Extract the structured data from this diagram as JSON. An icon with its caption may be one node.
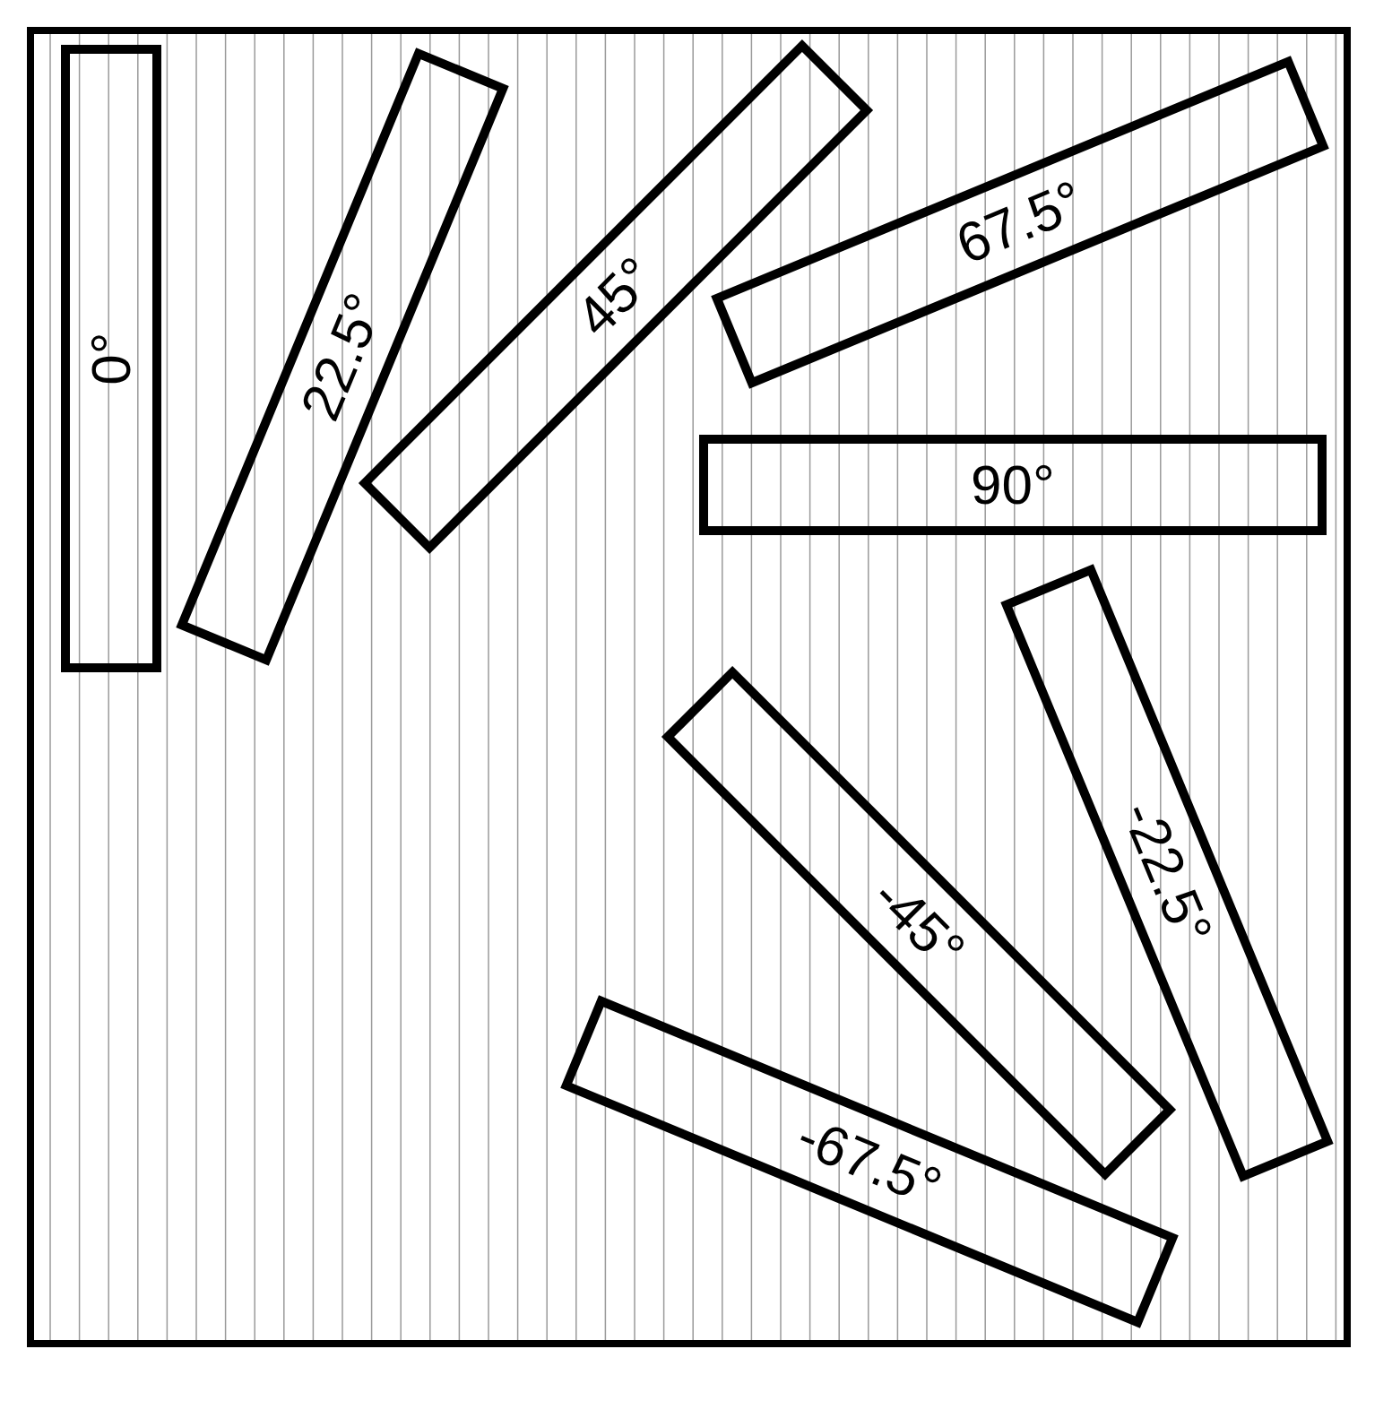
{
  "diagram": {
    "nodes": [
      {
        "text": [],
        "shape": "box"
      },
      {
        "text": [
          "0°"
        ],
        "in": 0
      },
      {
        "text": [
          "22.5°"
        ],
        "in": 0
      },
      {
        "text": [
          "45°"
        ],
        "in": 0
      },
      {
        "text": [
          "67.5°"
        ],
        "in": 0
      },
      {
        "text": [
          "90°"
        ],
        "in": 0
      },
      {
        "text": [
          "-22.5°"
        ],
        "in": 0
      },
      {
        "text": [
          "-45°"
        ],
        "in": 0
      },
      {
        "text": [
          "-67.5°"
        ],
        "in": 0
      }
    ]
  }
}
